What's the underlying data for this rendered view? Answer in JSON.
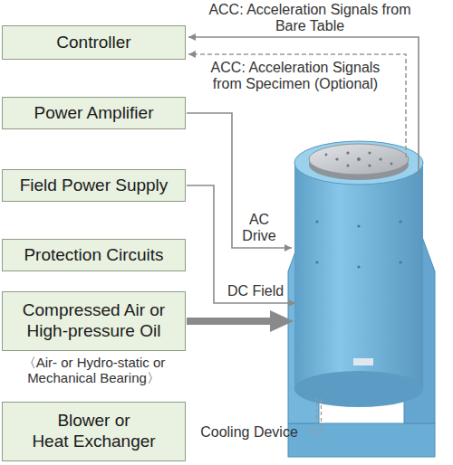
{
  "diagram": {
    "nodes": [
      {
        "text": [
          "Controller"
        ]
      },
      {
        "text": [
          "Power Amplifier"
        ]
      },
      {
        "text": [
          "Field Power Supply"
        ]
      },
      {
        "text": [
          "Protection Circuits"
        ]
      },
      {
        "text": [
          "Compressed Air or High-pressure Oil"
        ]
      },
      {
        "text": [
          "Blower or Heat Exchanger"
        ]
      }
    ],
    "labels": [
      "ACC: Acceleration Signals from Bare Table",
      "ACC: Acceleration Signals from Specimen (Optional)",
      "AC Drive",
      "DC Field",
      "〈Air- or Hydro-static or Mechanical Bearing〉",
      "Cooling Device"
    ]
  }
}
